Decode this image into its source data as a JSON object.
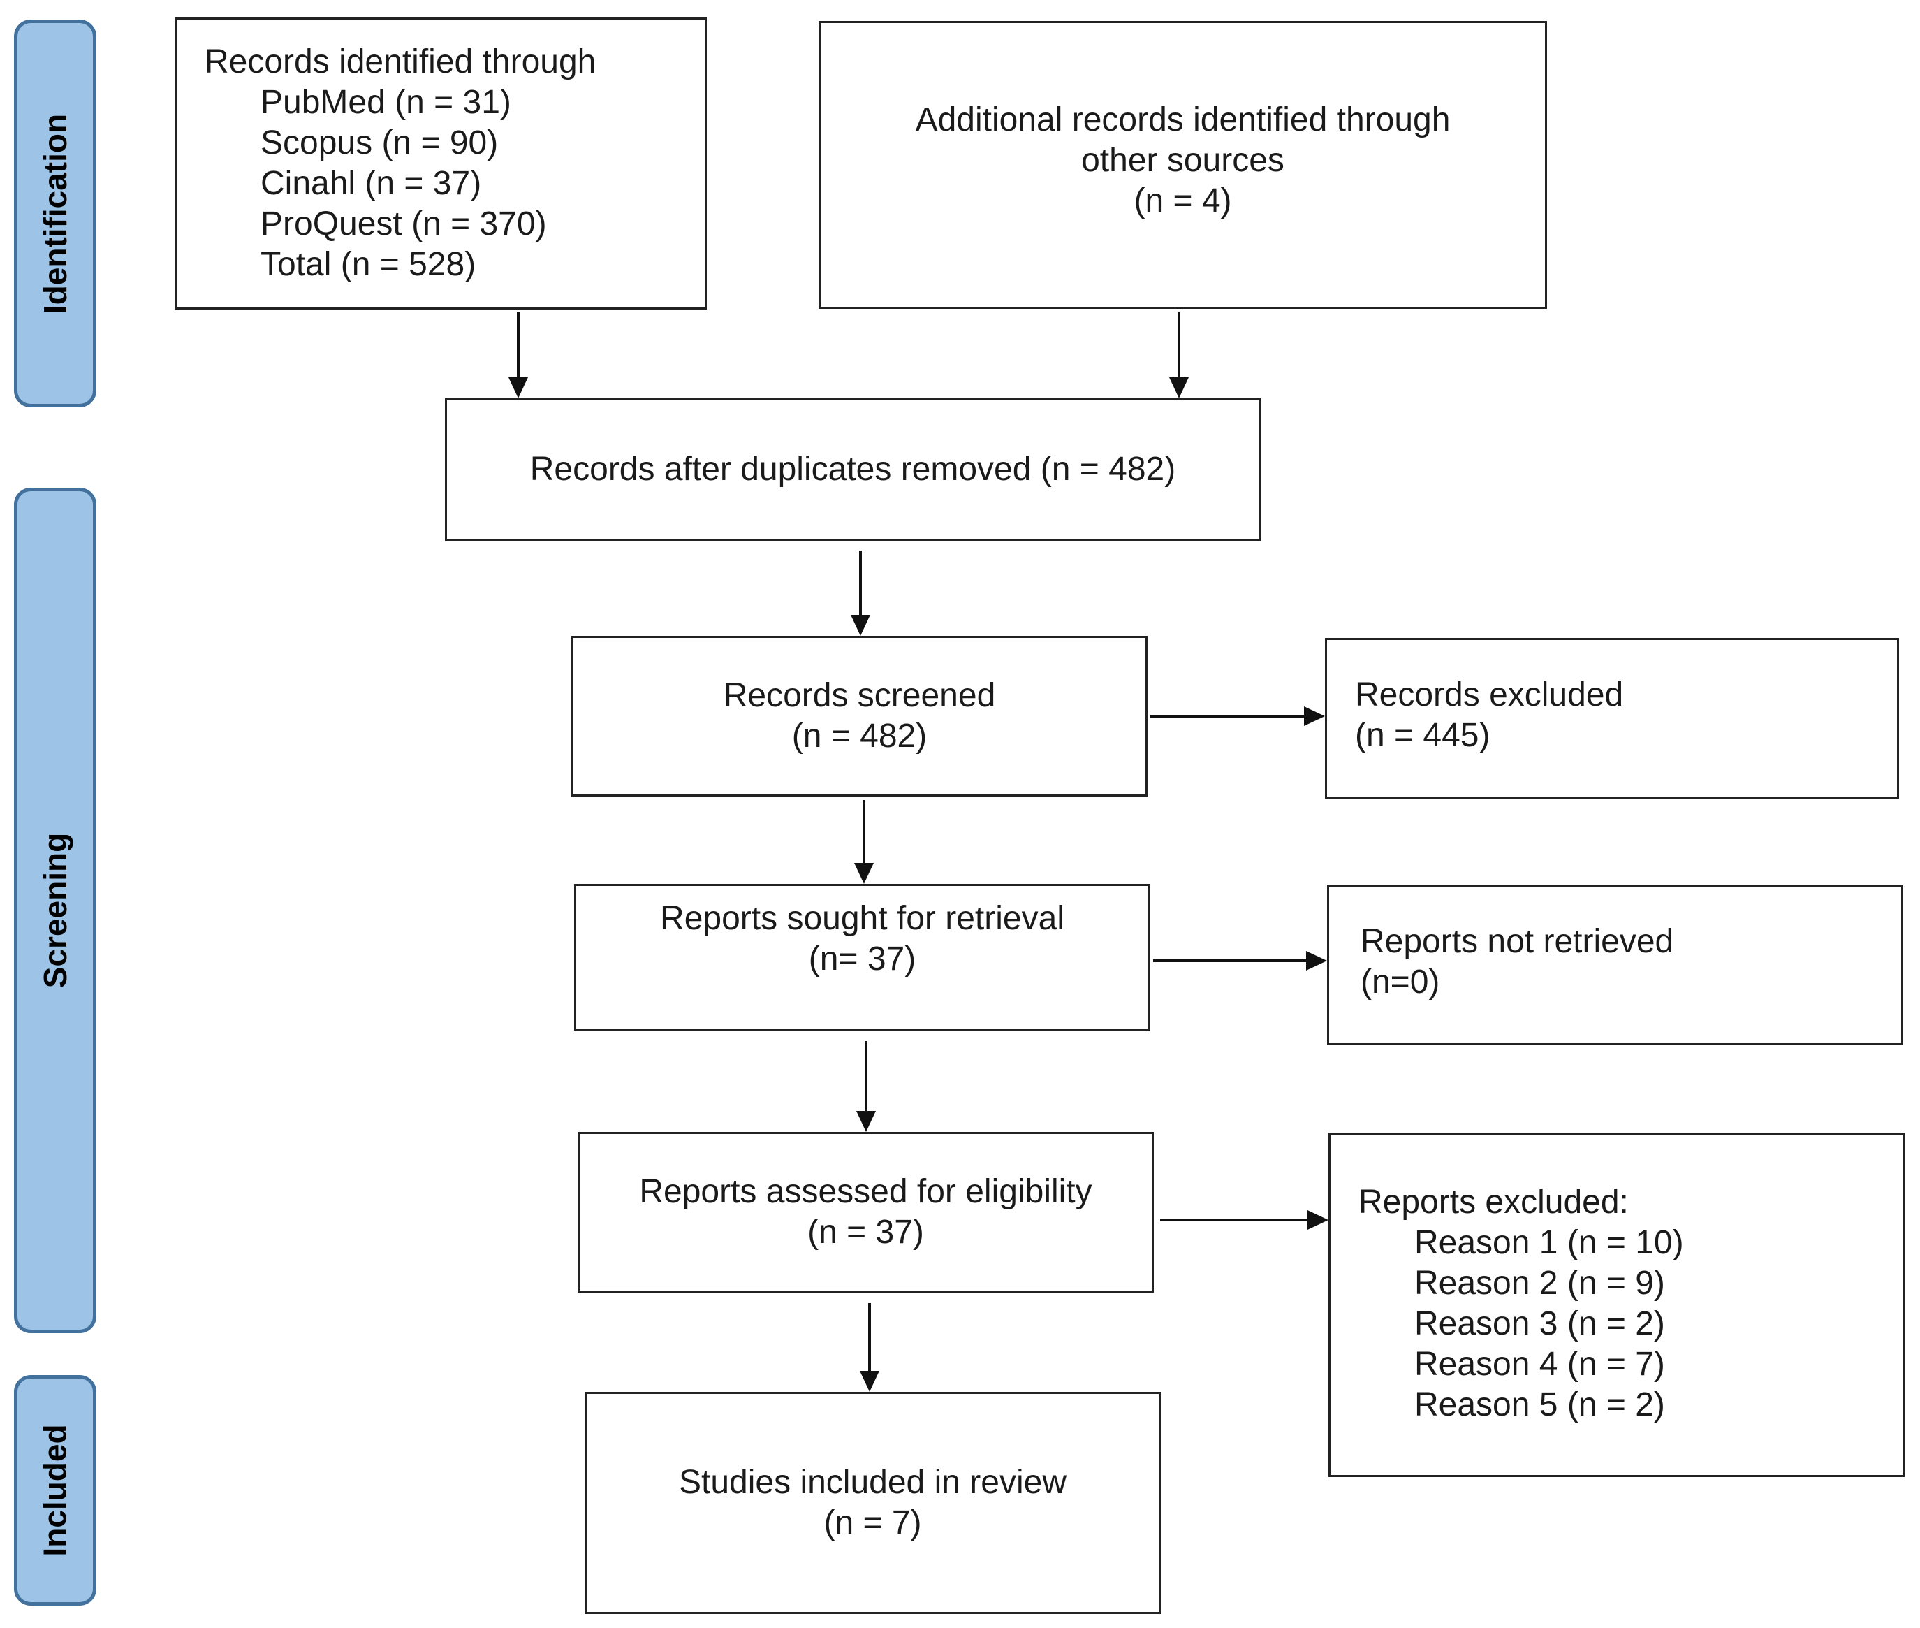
{
  "stages": {
    "identification": "Identification",
    "screening": "Screening",
    "included": "Included"
  },
  "boxes": {
    "databases": {
      "heading": "Records identified through",
      "items": [
        "PubMed (n = 31)",
        "Scopus (n = 90)",
        "Cinahl (n = 37)",
        "ProQuest (n = 370)",
        "Total (n = 528)"
      ]
    },
    "other_sources": {
      "lines": [
        "Additional records identified through",
        "other sources",
        "(n = 4)"
      ]
    },
    "duplicates_removed": {
      "text": "Records after duplicates removed (n = 482)"
    },
    "screened": {
      "lines": [
        "Records screened",
        "(n = 482)"
      ]
    },
    "excluded": {
      "lines": [
        "Records excluded",
        "(n = 445)"
      ]
    },
    "sought": {
      "lines": [
        "Reports sought for retrieval",
        "(n= 37)"
      ]
    },
    "not_retrieved": {
      "lines": [
        "Reports not retrieved",
        "(n=0)"
      ]
    },
    "assessed": {
      "lines": [
        "Reports assessed for eligibility",
        "(n = 37)"
      ]
    },
    "reports_excluded": {
      "heading": "Reports excluded:",
      "items": [
        "Reason 1 (n = 10)",
        "Reason 2 (n = 9)",
        "Reason 3 (n = 2)",
        "Reason 4 (n = 7)",
        "Reason 5 (n = 2)"
      ]
    },
    "included": {
      "lines": [
        "Studies included in review",
        "(n = 7)"
      ]
    }
  }
}
